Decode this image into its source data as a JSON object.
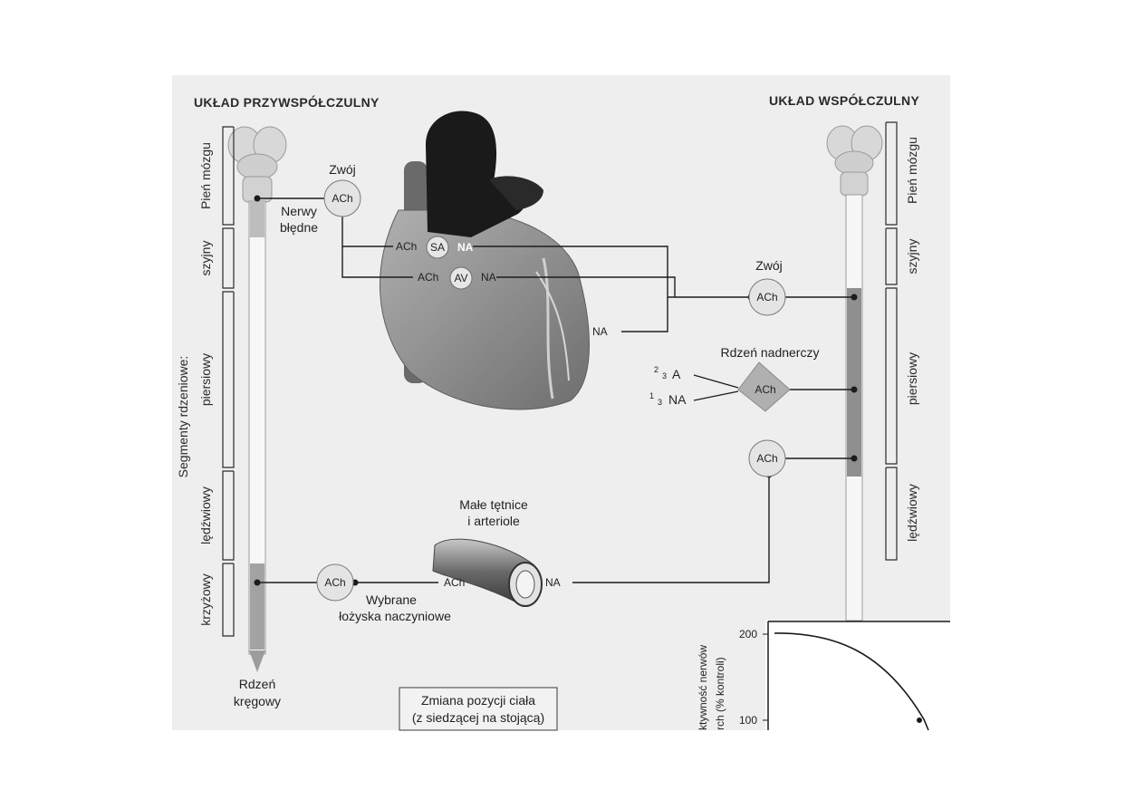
{
  "header": {
    "parasympathetic": "UKŁAD PRZYWSPÓŁCZULNY",
    "sympathetic": "UKŁAD WSPÓŁCZULNY"
  },
  "left_segments": {
    "axis_title": "Segmenty rdzeniowe:",
    "brainstem": "Pień mózgu",
    "cervical": "szyjny",
    "thoracic": "piersiowy",
    "lumbar": "lędźwiowy",
    "sacral": "krzyżowy"
  },
  "right_segments": {
    "brainstem": "Pień mózgu",
    "cervical": "szyjny",
    "thoracic": "piersiowy",
    "lumbar": "lędźwiowy"
  },
  "labels": {
    "ganglion_left": "Zwój",
    "vagus_line1": "Nerwy",
    "vagus_line2": "błędne",
    "ganglion_right": "Zwój",
    "adrenal_medulla": "Rdzeń nadnerczy",
    "epinephrine_frac_num": "2",
    "epinephrine_frac_den": "3",
    "epinephrine": "A",
    "norepi_frac_num": "1",
    "norepi_frac_den": "3",
    "norepi": "NA",
    "small_arteries_line1": "Małe tętnice",
    "small_arteries_line2": "i arteriole",
    "vascular_line1": "Wybrane",
    "vascular_line2": "łożyska naczyniowe",
    "spinal_cord_line1": "Rdzeń",
    "spinal_cord_line2": "kręgowy",
    "posture_line1": "Zmiana pozycji ciała",
    "posture_line2": "(z siedzącej na stojącą)"
  },
  "transmitters": {
    "ach": "ACh",
    "na": "NA",
    "sa_node": "SA",
    "av_node": "AV"
  },
  "inset": {
    "ylabel_line1": "ktywność nerwów",
    "ylabel_line2": "rch  (% kontroli)",
    "ticks": [
      "200",
      "100"
    ]
  },
  "colors": {
    "paper": "#eeeeee",
    "heart_dark": "#1a1a1a",
    "heart_mid": "#8c8c8c",
    "cord_dark": "#8f8f8f",
    "line": "#1c1c1c"
  }
}
